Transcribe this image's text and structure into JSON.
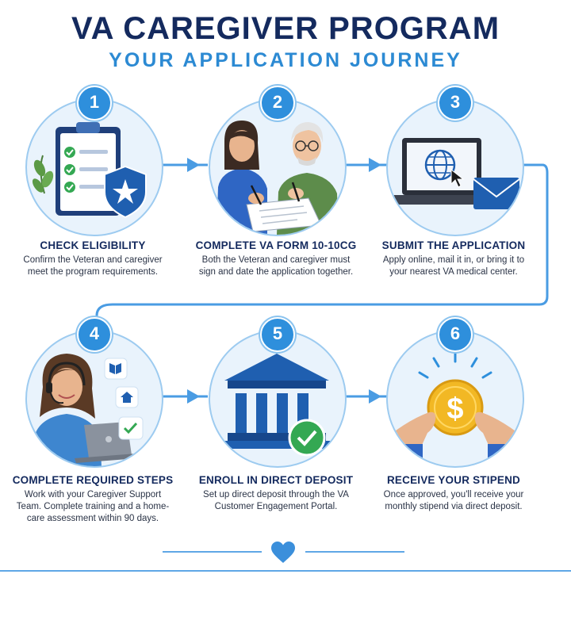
{
  "header": {
    "title": "VA CAREGIVER PROGRAM",
    "subtitle": "YOUR APPLICATION JOURNEY"
  },
  "colors": {
    "navy": "#142a5e",
    "accent_blue": "#2e8fdc",
    "light_blue": "#e9f3fc",
    "green_check": "#34a853",
    "gold": "#f2b824"
  },
  "steps": [
    {
      "number": "1",
      "title": "CHECK ELIGIBILITY",
      "description": "Confirm the Veteran and caregiver meet the program requirements.",
      "icon": "clipboard-checklist-shield-icon"
    },
    {
      "number": "2",
      "title": "COMPLETE VA FORM 10-10CG",
      "description": "Both the Veteran and caregiver must sign and date the application together.",
      "icon": "veteran-and-caregiver-signing-icon"
    },
    {
      "number": "3",
      "title": "SUBMIT THE APPLICATION",
      "description": "Apply online, mail it in, or bring it to your nearest VA medical center.",
      "icon": "laptop-globe-envelope-icon"
    },
    {
      "number": "4",
      "title": "COMPLETE REQUIRED STEPS",
      "description": "Work with your Caregiver Support Team. Complete training and a home-care assessment within 90 days.",
      "icon": "support-agent-laptop-icon"
    },
    {
      "number": "5",
      "title": "ENROLL IN DIRECT DEPOSIT",
      "description": "Set up direct deposit through the VA Customer Engagement Portal.",
      "icon": "bank-checkmark-icon"
    },
    {
      "number": "6",
      "title": "RECEIVE YOUR STIPEND",
      "description": "Once approved, you'll receive your monthly stipend via direct deposit.",
      "icon": "hands-gold-coin-icon"
    }
  ]
}
